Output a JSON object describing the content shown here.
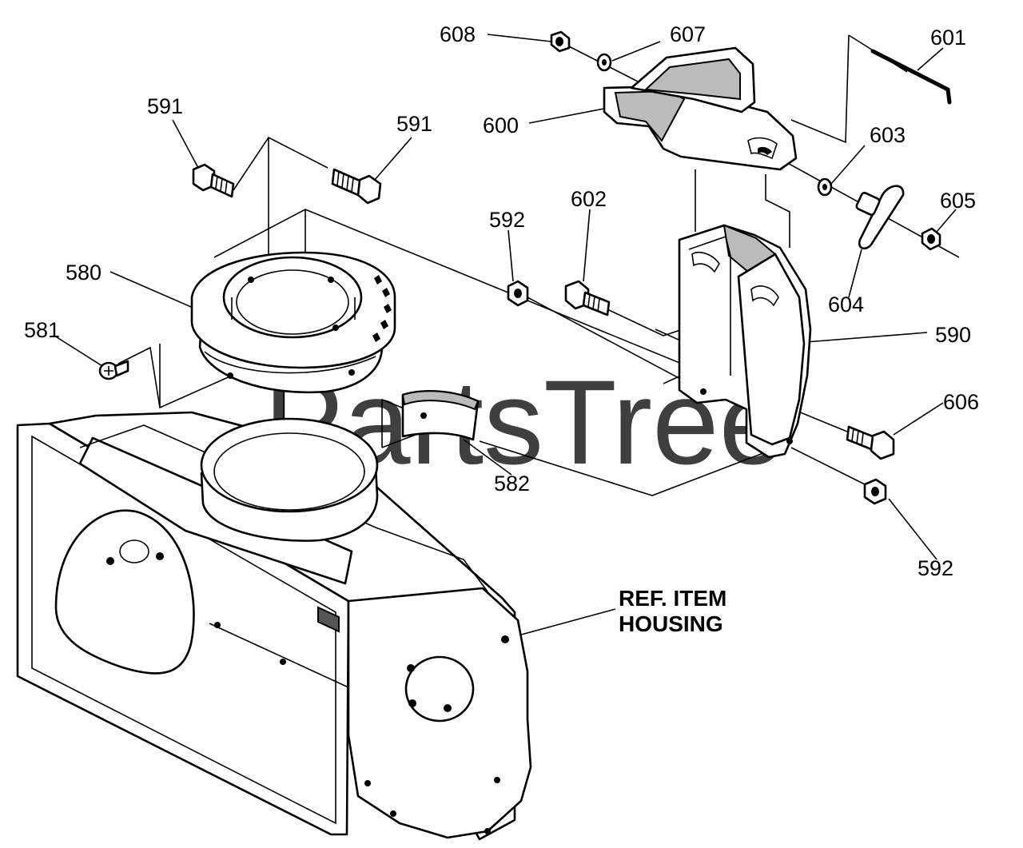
{
  "watermark": {
    "text": "PartsTree",
    "mark": "™"
  },
  "labels": {
    "p608": "608",
    "p607": "607",
    "p601": "601",
    "p600": "600",
    "p603": "603",
    "p591a": "591",
    "p591b": "591",
    "p602": "602",
    "p592a": "592",
    "p605": "605",
    "p604": "604",
    "p580": "580",
    "p590": "590",
    "p581": "581",
    "p606": "606",
    "p582": "582",
    "p592b": "592"
  },
  "ref_item": {
    "line1": "REF. ITEM",
    "line2": "HOUSING"
  }
}
